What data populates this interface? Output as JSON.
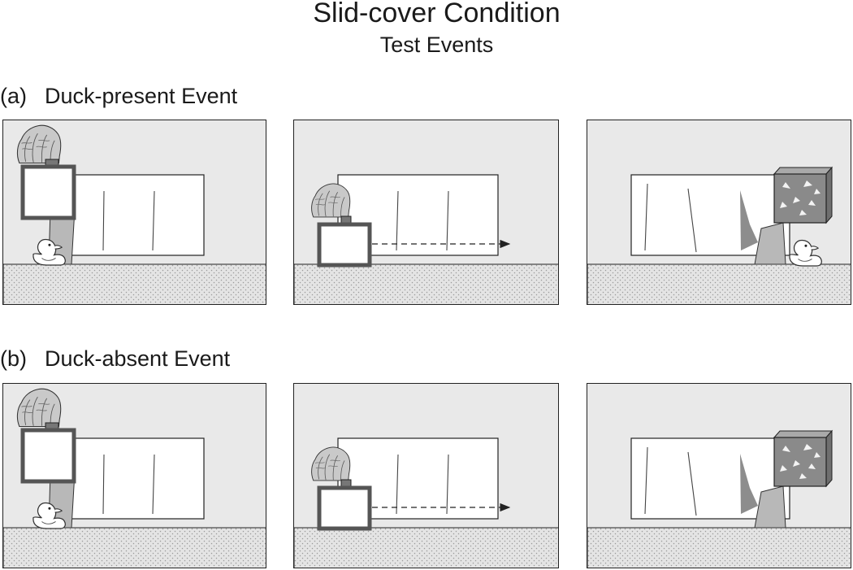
{
  "figure": {
    "title": "Slid-cover Condition",
    "subtitle": "Test Events"
  },
  "rows": [
    {
      "tag": "(a)",
      "label": "Duck-present Event",
      "duck_visible": true
    },
    {
      "tag": "(b)",
      "label": "Duck-absent Event",
      "duck_visible": false
    }
  ],
  "colors": {
    "wall": "#e9e9e9",
    "floor": "#e4e4e4",
    "floor_dots": "#9a9a9a",
    "outline": "#222222",
    "cover_frame": "#5a5a5a",
    "arm": "#b8b8b8",
    "hand": "#c9c9c9",
    "shadow": "#8d8d8d",
    "cube": "#8a8a8a"
  },
  "icons": [
    "hand-icon",
    "cover-icon",
    "screen-icon",
    "duck-icon",
    "arrow-icon",
    "cube-icon"
  ]
}
